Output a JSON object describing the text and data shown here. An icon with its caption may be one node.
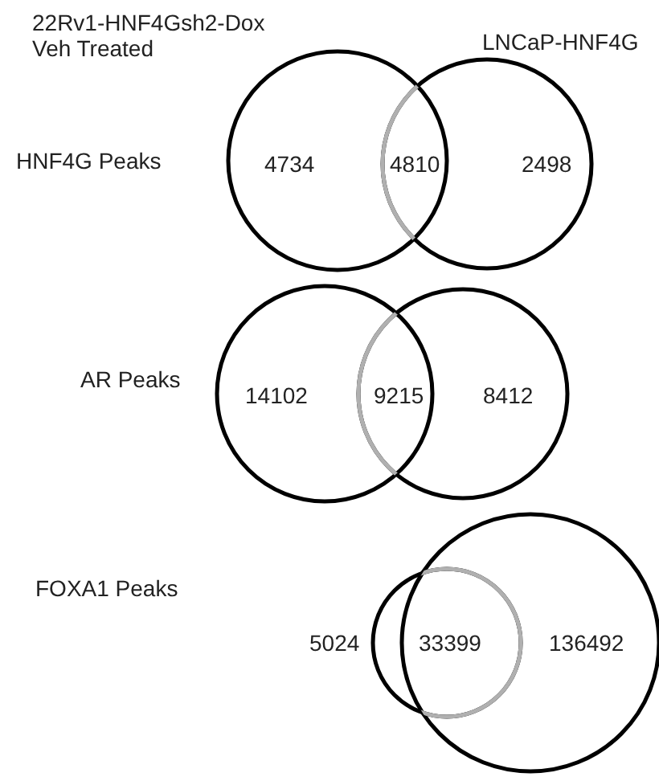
{
  "diagram": {
    "labels": [
      "22Rv1-HNF4Gsh2-Dox Veh Treated",
      "LNCaP-HNF4G",
      "HNF4G Peaks",
      "4734",
      "4810",
      "2498",
      "AR Peaks",
      "14102",
      "9215",
      "8412",
      "FOXA1 Peaks",
      "5024",
      "33399",
      "136492"
    ]
  }
}
